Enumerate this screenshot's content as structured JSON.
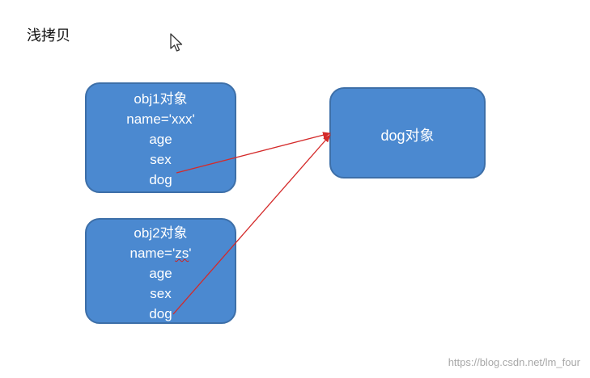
{
  "title": "浅拷贝",
  "obj1": {
    "heading": "obj1对象",
    "name_line": "name='xxx'",
    "fields": [
      "age",
      "sex",
      "dog"
    ]
  },
  "obj2": {
    "heading": "obj2对象",
    "name_prefix": "name='",
    "name_value": "zs",
    "name_suffix": "'",
    "fields": [
      "age",
      "sex",
      "dog"
    ]
  },
  "dog_object": {
    "label": "dog对象"
  },
  "watermark": "https://blog.csdn.net/lm_four",
  "colors": {
    "box_fill": "#4b89d0",
    "box_border": "#3d6fa8",
    "arrow": "#d42a2a"
  }
}
